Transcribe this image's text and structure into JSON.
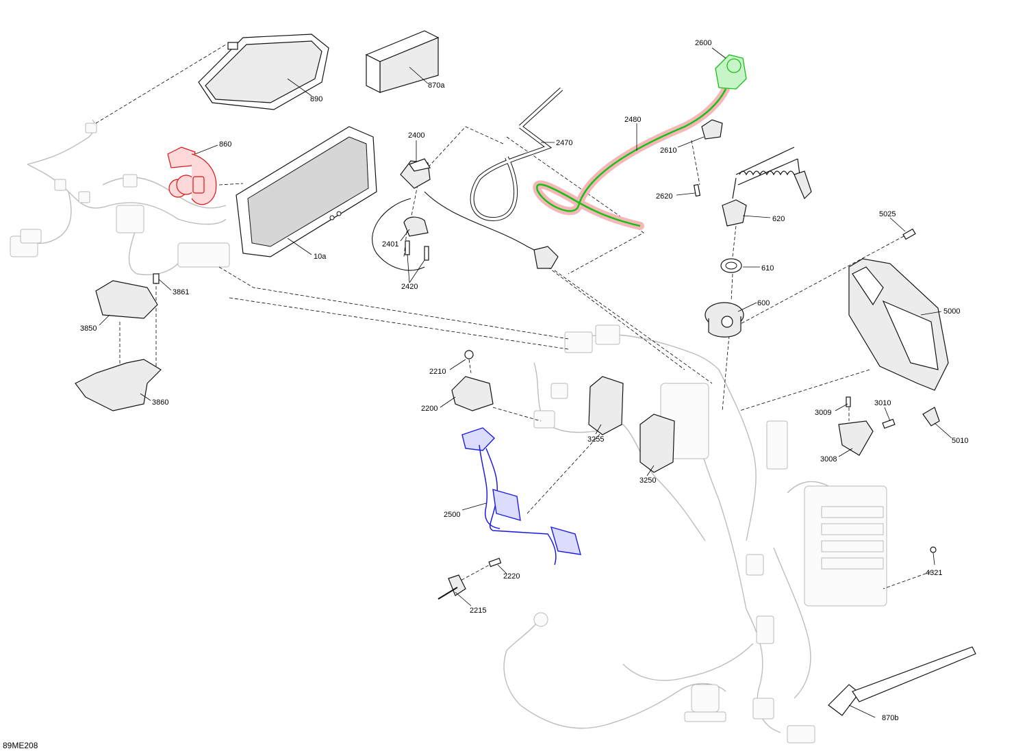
{
  "diagram": {
    "reference_code": "89ME208",
    "callouts": {
      "c890": "890",
      "c870a": "870a",
      "c860": "860",
      "c10a": "10a",
      "c2400": "2400",
      "c2401": "2401",
      "c2420": "2420",
      "c2470": "2470",
      "c2480": "2480",
      "c2600": "2600",
      "c2610": "2610",
      "c2620": "2620",
      "c620": "620",
      "c610": "610",
      "c600": "600",
      "c5025": "5025",
      "c5000": "5000",
      "c5010": "5010",
      "c3009": "3009",
      "c3010": "3010",
      "c3008": "3008",
      "c4321": "4321",
      "c3861": "3861",
      "c3850": "3850",
      "c3860": "3860",
      "c2210": "2210",
      "c2200": "2200",
      "c3255": "3255",
      "c3250": "3250",
      "c2500": "2500",
      "c2220": "2220",
      "c2215": "2215",
      "c870b": "870b"
    },
    "highlight_colors": {
      "part_860": "#e01010",
      "part_2500": "#1a1ae6",
      "part_2480_2600": "#16c016",
      "halo_2480": "#f4b6b6"
    }
  }
}
